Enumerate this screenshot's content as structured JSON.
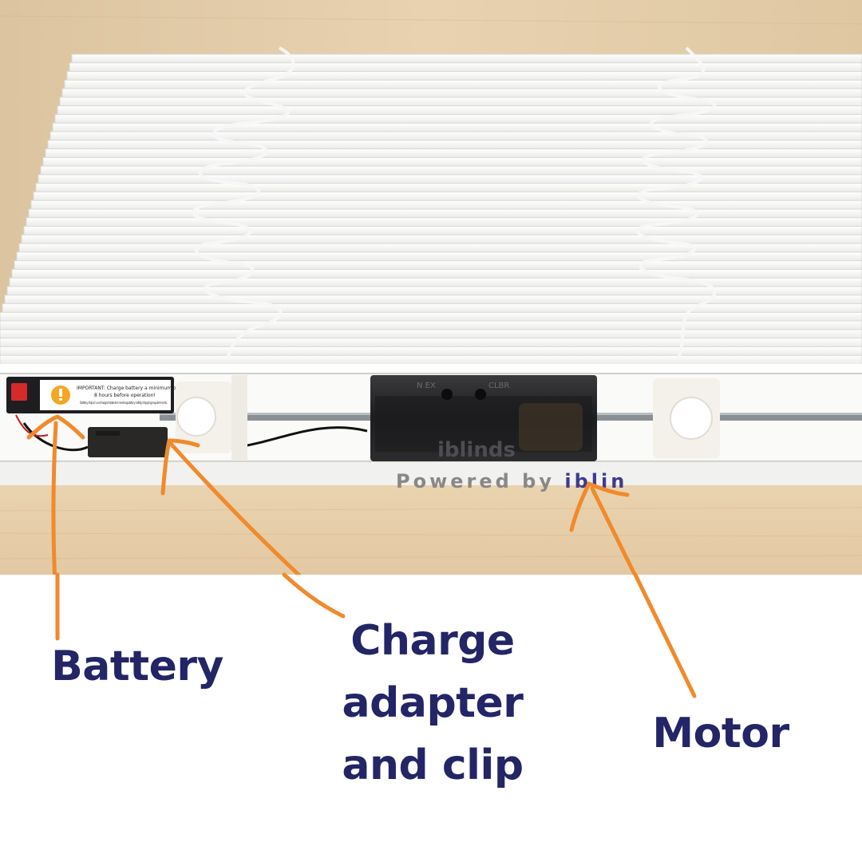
{
  "labels": {
    "battery": "Battery",
    "charge": [
      "Charge",
      "adapter",
      "and clip"
    ],
    "motor": "Motor"
  },
  "product_text": {
    "warning_title": "IMPORTANT: Charge battery a minimum of",
    "warning_line2": "8 hours before operation!",
    "warning_fine": "Battery ships in uncharged state to meet regulatory safety shipping requirements.",
    "motor_brand": "iblinds",
    "motor_port_left": "N  EX",
    "motor_port_right": "CLBR",
    "rail_powered": "Powered by ",
    "rail_brand": "iblin"
  },
  "colors": {
    "label_text": "#232566",
    "arrow": "#f08a2c",
    "wood": "#e6ccA5",
    "rail": "#f3f3f1",
    "motor_housing": "#2a2a2c"
  },
  "icons": {
    "warning": "exclamation-circle-icon",
    "switch": "rocker-switch-icon"
  }
}
